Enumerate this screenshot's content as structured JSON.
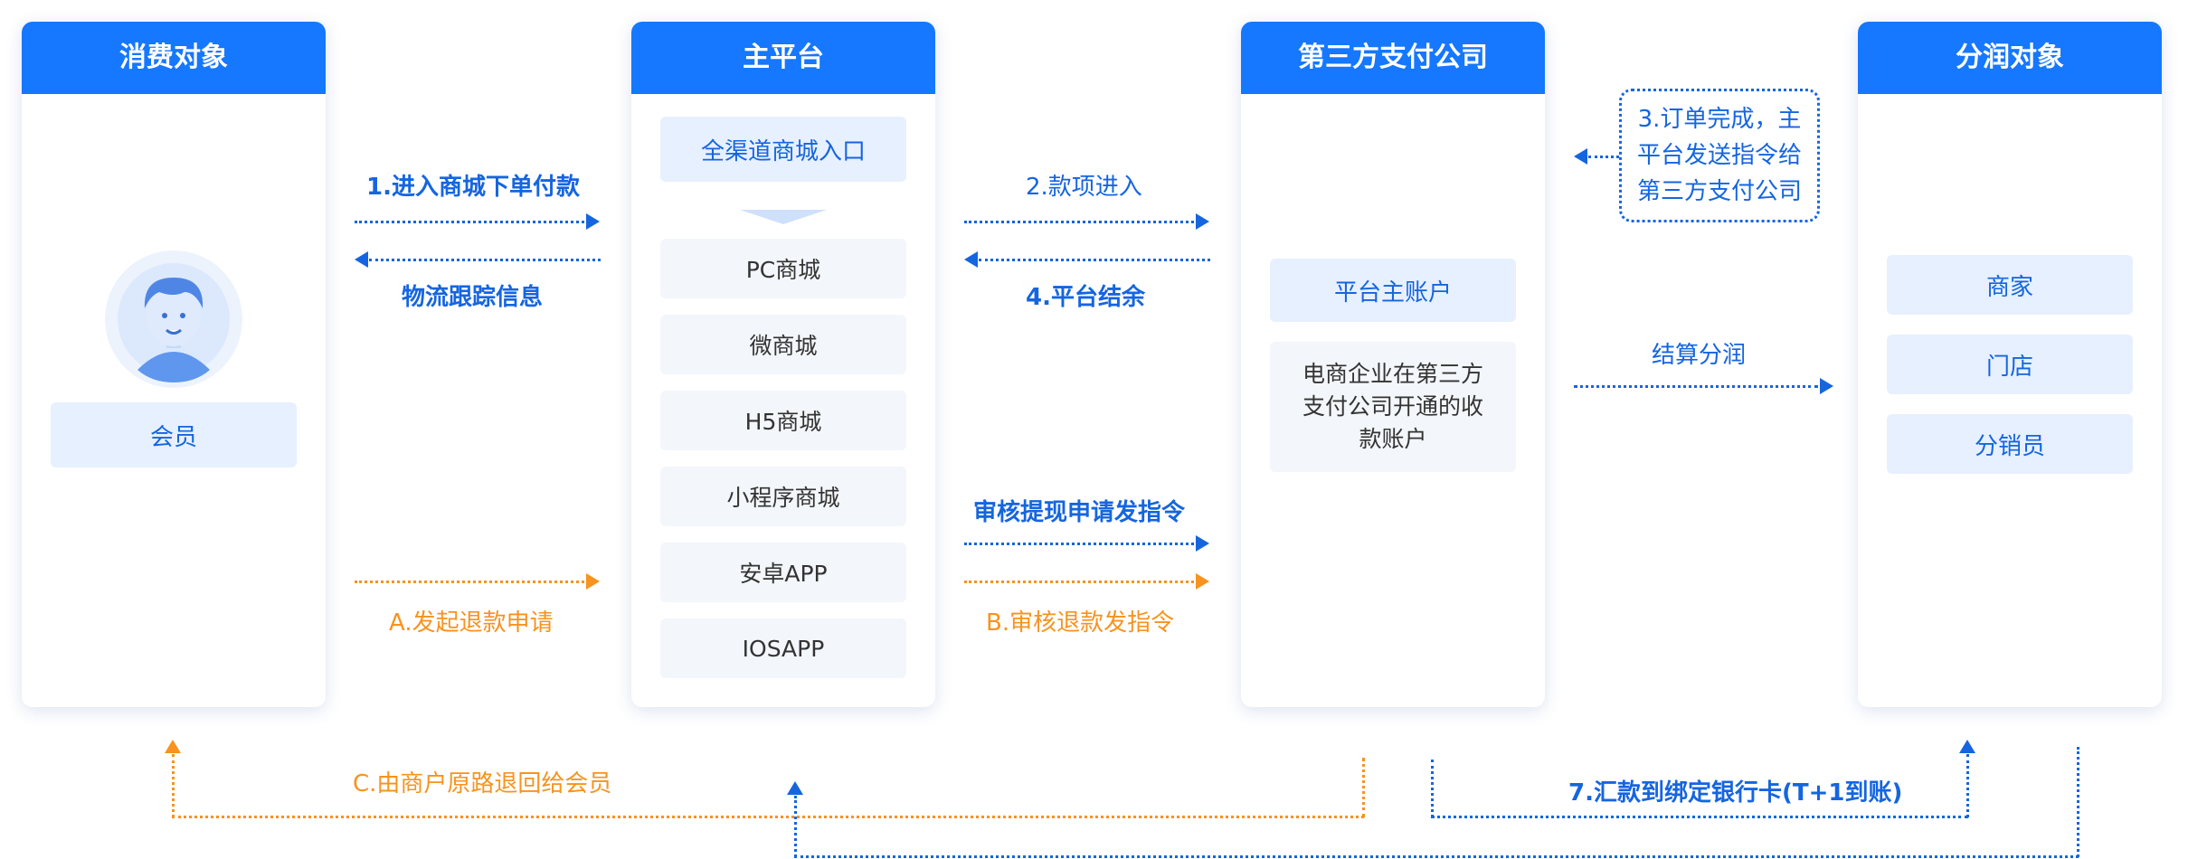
{
  "columns": {
    "consumer": {
      "title": "消费对象",
      "member": "会员"
    },
    "platform": {
      "title": "主平台",
      "entry": "全渠道商城入口",
      "channels": [
        "PC商城",
        "微商城",
        "H5商城",
        "小程序商城",
        "安卓APP",
        "IOSAPP"
      ]
    },
    "payment": {
      "title": "第三方支付公司",
      "main_account": "平台主账户",
      "account_desc": [
        "电商企业在第三方",
        "支付公司开通的收",
        "款账户"
      ]
    },
    "sharing": {
      "title": "分润对象",
      "items": [
        "商家",
        "门店",
        "分销员"
      ]
    }
  },
  "flows": {
    "step1": "1.进入商城下单付款",
    "logistics": "物流跟踪信息",
    "stepA": "A.发起退款申请",
    "step2": "2.款项进入",
    "step4": "4.平台结余",
    "audit_withdraw": "审核提现申请发指令",
    "stepB": "B.审核退款发指令",
    "step3": [
      "3.订单完成，主",
      "平台发送指令给",
      "第三方支付公司"
    ],
    "settle": "结算分润",
    "stepC": "C.由商户原路退回给会员",
    "step7": "7.汇款到绑定银行卡(T+1到账)"
  },
  "colors": {
    "primary": "#1677ff",
    "text_blue": "#1565e0",
    "orange": "#f7931e",
    "light_box": "#e6f0ff",
    "grey_box": "#f3f6fa"
  }
}
